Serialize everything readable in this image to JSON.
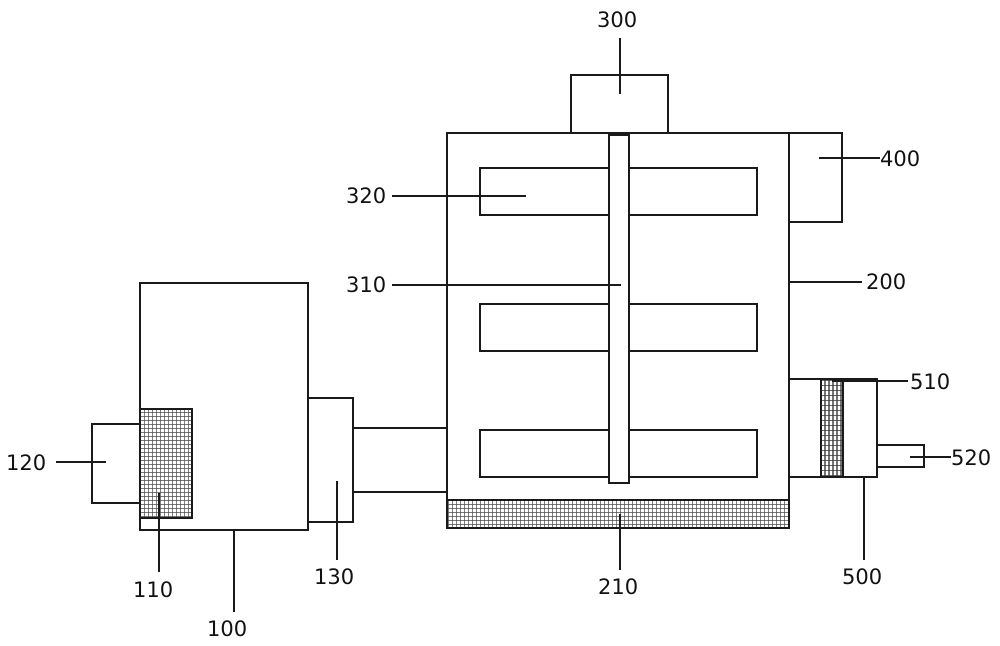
{
  "labels": {
    "l100": "100",
    "l110": "110",
    "l120": "120",
    "l130": "130",
    "l200": "200",
    "l210": "210",
    "l300": "300",
    "l310": "310",
    "l320": "320",
    "l400": "400",
    "l500": "500",
    "l510": "510",
    "l520": "520"
  },
  "colors": {
    "line": "#1a1a1a",
    "mesh_fill": "#555555",
    "background": "#ffffff"
  }
}
